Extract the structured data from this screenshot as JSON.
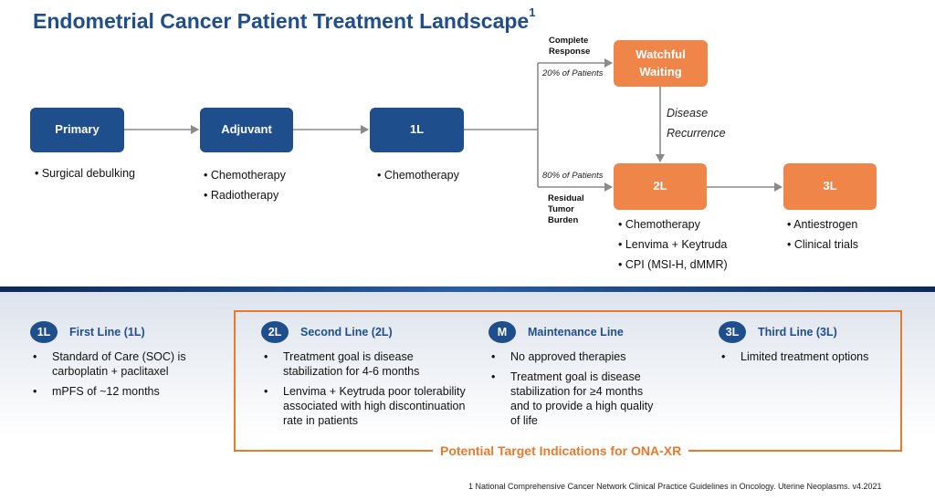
{
  "title": {
    "text": "Endometrial Cancer Patient Treatment Landscape",
    "sup": "1"
  },
  "flow": {
    "primary": {
      "label": "Primary",
      "bullets": [
        "• Surgical debulking"
      ]
    },
    "adjuvant": {
      "label": "Adjuvant",
      "bullets": [
        "• Chemotherapy",
        "• Radiotherapy"
      ]
    },
    "first_line": {
      "label": "1L",
      "bullets": [
        "• Chemotherapy"
      ]
    },
    "watchful": {
      "label": "Watchful Waiting"
    },
    "second_line": {
      "label": "2L",
      "bullets": [
        "• Chemotherapy",
        "• Lenvima + Keytruda",
        "• CPI (MSI-H, dMMR)"
      ]
    },
    "third_line": {
      "label": "3L",
      "bullets": [
        "• Antiestrogen",
        "• Clinical trials"
      ]
    },
    "complete_response": "Complete Response",
    "complete_pct": "20% of Patients",
    "residual": "Residual Tumor Burden",
    "residual_pct": "80% of Patients",
    "recurrence": "Disease Recurrence"
  },
  "lines": [
    {
      "badge": "1L",
      "title": "First Line (1L)",
      "items": [
        "Standard of Care (SOC) is carboplatin + paclitaxel",
        "mPFS of ~12 months"
      ]
    },
    {
      "badge": "2L",
      "title": "Second Line (2L)",
      "items": [
        "Treatment goal is disease stabilization for 4-6 months",
        "Lenvima + Keytruda poor tolerability associated with high discontinuation rate in patients"
      ]
    },
    {
      "badge": "M",
      "title": "Maintenance Line",
      "items": [
        "No approved therapies",
        "Treatment goal is disease stabilization for ≥4 months and to provide a high quality of life"
      ]
    },
    {
      "badge": "3L",
      "title": "Third Line (3L)",
      "items": [
        "Limited treatment options"
      ]
    }
  ],
  "target_label": "Potential Target Indications for ONA-XR",
  "footnote": "1  National Comprehensive Cancer Network Clinical Practice Guidelines in Oncology. Uterine Neoplasms. v4.2021",
  "colors": {
    "navy": "#1f4e8c",
    "orange": "#f0854a",
    "orange_text": "#e87a2e",
    "arrow": "#8a8a8a"
  }
}
